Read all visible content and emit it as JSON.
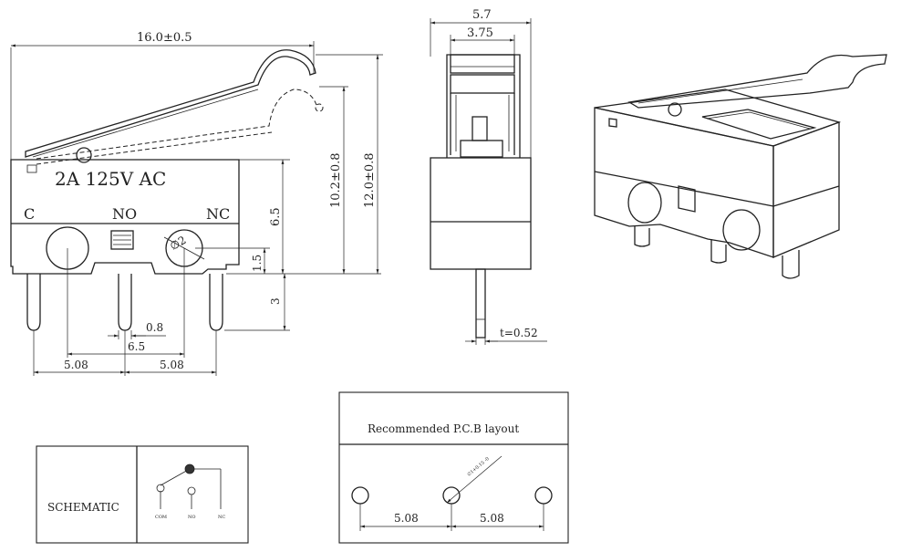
{
  "side_view": {
    "overall_length": "16.0±0.5",
    "rating": "2A  125V AC",
    "terminal_c": "C",
    "terminal_no": "NO",
    "terminal_nc": "NC",
    "dim_height": "6.5",
    "dim_lever_low": "10.2±0.8",
    "dim_lever_high": "12.0±0.8",
    "dim_hole_offset": "1.5",
    "dim_pin_length": "3",
    "dim_pin_width": "0.8",
    "dim_hole_spacing": "6.5",
    "pitch_left": "5.08",
    "pitch_right": "5.08",
    "hole_dia": "∅2"
  },
  "front_view": {
    "width_outer": "5.7",
    "width_inner": "3.75",
    "thickness": "t=0.52"
  },
  "schematic": {
    "label": "SCHEMATIC",
    "com": "COM",
    "no": "NO",
    "nc": "NC"
  },
  "pcb": {
    "title": "Recommended P.C.B layout",
    "hole_dia": "∅1+0.15 -0",
    "pitch_left": "5.08",
    "pitch_right": "5.08"
  }
}
